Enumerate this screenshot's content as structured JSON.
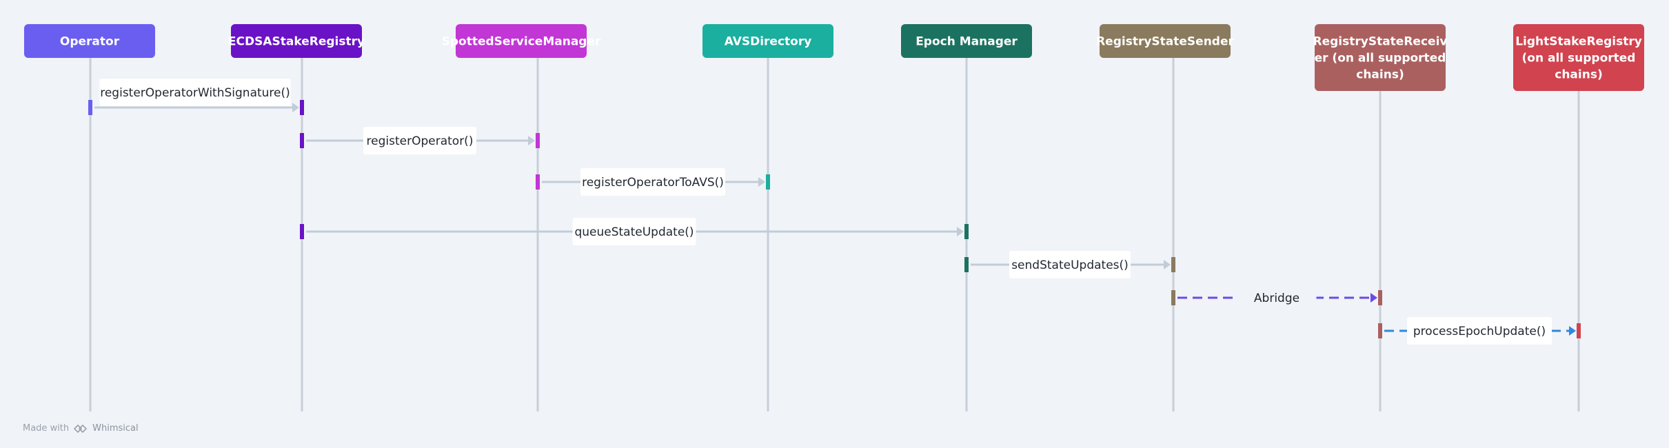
{
  "diagram": {
    "actors": [
      {
        "id": "operator",
        "lines": [
          "Operator"
        ],
        "color": "#6a5ef0"
      },
      {
        "id": "ecdsa",
        "lines": [
          "ECDSAStakeRegistry"
        ],
        "color": "#6a12c6"
      },
      {
        "id": "ssm",
        "lines": [
          "SpottedServiceManager"
        ],
        "color": "#c236d6"
      },
      {
        "id": "avs",
        "lines": [
          "AVSDirectory"
        ],
        "color": "#1aaf9f"
      },
      {
        "id": "epoch",
        "lines": [
          "Epoch Manager"
        ],
        "color": "#1c7261"
      },
      {
        "id": "sender",
        "lines": [
          "RegistryStateSender"
        ],
        "color": "#8a7b5e"
      },
      {
        "id": "receiver",
        "lines": [
          "RegistryStateReceiv",
          "er (on all supported",
          "chains)"
        ],
        "color": "#ab6060"
      },
      {
        "id": "light",
        "lines": [
          "LightStakeRegistry",
          "(on all supported",
          "chains)"
        ],
        "color": "#d1434f"
      }
    ],
    "messages": [
      {
        "from": "operator",
        "to": "ecdsa",
        "label": "registerOperatorWithSignature()",
        "style": "solid",
        "color": "#c2ccd8"
      },
      {
        "from": "ecdsa",
        "to": "ssm",
        "label": "registerOperator()",
        "style": "solid",
        "color": "#c2ccd8"
      },
      {
        "from": "ssm",
        "to": "avs",
        "label": "registerOperatorToAVS()",
        "style": "solid",
        "color": "#c2ccd8"
      },
      {
        "from": "ecdsa",
        "to": "epoch",
        "label": "queueStateUpdate()",
        "style": "solid",
        "color": "#c2ccd8"
      },
      {
        "from": "epoch",
        "to": "sender",
        "label": "sendStateUpdates()",
        "style": "solid",
        "color": "#c2ccd8"
      },
      {
        "from": "sender",
        "to": "receiver",
        "label": "Abridge",
        "style": "dashed",
        "color": "#6a4be8"
      },
      {
        "from": "receiver",
        "to": "light",
        "label": "processEpochUpdate()",
        "style": "dashed",
        "color": "#2f88dc"
      }
    ]
  },
  "footer": {
    "made_with": "Made with",
    "brand": "Whimsical"
  }
}
